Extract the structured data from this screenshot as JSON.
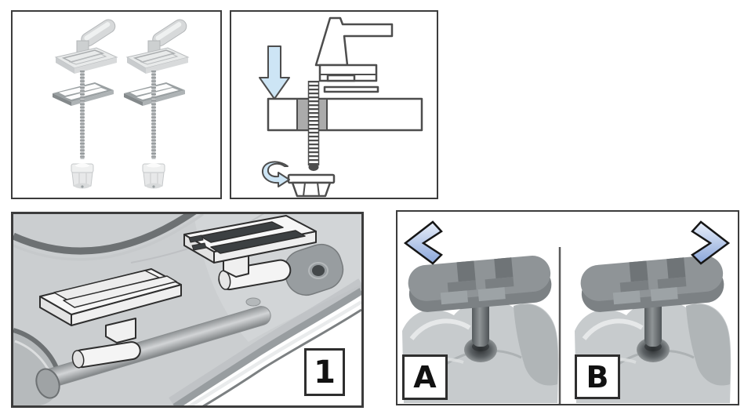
{
  "labels": {
    "step_1": "1",
    "option_a": "A",
    "option_b": "B"
  },
  "panels": {
    "parts_kit": {
      "icons": [
        "hinge-fastener-icon",
        "metal-plate-icon",
        "threaded-bolt-icon",
        "nut-icon"
      ],
      "sets_shown": 2
    },
    "assembly_diagram": {
      "icons": [
        "insert-down-arrow-icon",
        "tighten-rotate-arrow-icon",
        "hinge-profile-icon",
        "threaded-bolt-icon",
        "ceramic-cross-section-icon",
        "nut-icon"
      ]
    },
    "seat_underside": {
      "icons": [
        "seat-underside-icon",
        "slide-plate-icon",
        "hinge-rod-icon"
      ]
    },
    "adjustment": {
      "icons": [
        "chevron-left-icon",
        "chevron-right-icon",
        "adjuster-knob-icon"
      ]
    }
  },
  "colors": {
    "panel-border": "#3c3c3c",
    "line": "#4d4d4d",
    "arrow-blue": "#cde5f5",
    "chev-light": "#e9effa",
    "chev-dark": "#8aa6d9",
    "label-border": "#2e2e2e",
    "seat-gray": "#cbced0",
    "metal-gray": "#8f9497"
  }
}
